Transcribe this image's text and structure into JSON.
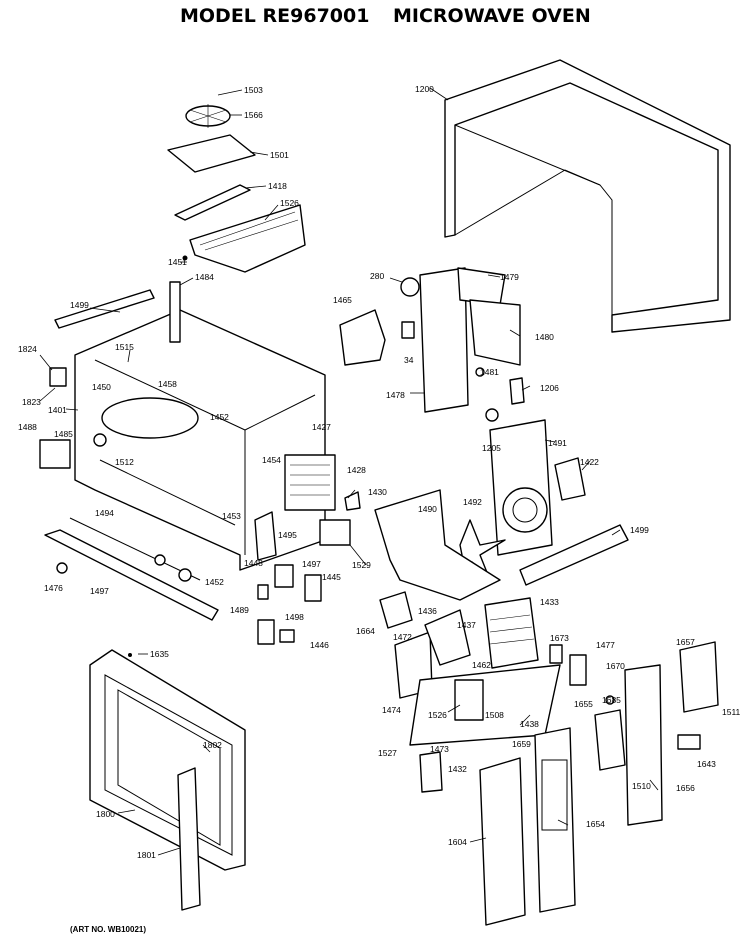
{
  "header": {
    "model_label": "MODEL RE967001",
    "product_label": "MICROWAVE OVEN"
  },
  "footer": {
    "art_number": "(ART NO. WB10021)"
  },
  "callouts": [
    "1503",
    "1566",
    "1501",
    "1418",
    "1526",
    "1451",
    "1484",
    "1499",
    "1824",
    "1515",
    "1823",
    "1401",
    "1450",
    "1458",
    "1488",
    "1485",
    "1512",
    "1452",
    "1454",
    "1427",
    "1428",
    "1430",
    "1453",
    "1494",
    "1495",
    "1448",
    "1497",
    "1445",
    "1476",
    "1497",
    "1452",
    "1489",
    "1498",
    "1446",
    "1200",
    "280",
    "1479",
    "1465",
    "1480",
    "34",
    "1481",
    "1206",
    "1478",
    "1205",
    "1491",
    "1422",
    "1492",
    "1490",
    "1529",
    "1499",
    "1433",
    "1664",
    "1436",
    "1437",
    "1472",
    "1673",
    "1477",
    "1657",
    "1462",
    "1670",
    "1685",
    "1474",
    "1526",
    "1508",
    "1438",
    "1655",
    "1511",
    "1473",
    "1432",
    "1527",
    "1659",
    "1643",
    "1510",
    "1656",
    "1654",
    "1604",
    "1635",
    "1802",
    "1800",
    "1801"
  ],
  "colors": {
    "ink": "#000000",
    "paper": "#ffffff"
  }
}
